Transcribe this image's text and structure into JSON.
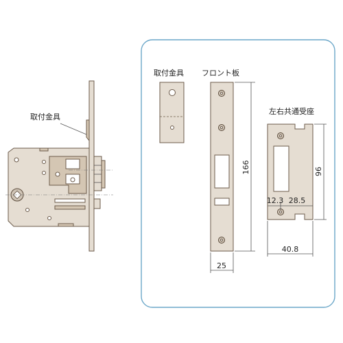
{
  "labels": {
    "mount_bracket_left": "取付金具",
    "mount_bracket": "取付金具",
    "front_plate": "フロント板",
    "strike_plate": "左右共通受座"
  },
  "dimensions": {
    "front_height": "166",
    "front_width": "25",
    "strike_height": "96",
    "strike_width": "40.8",
    "strike_left_offset": "12.3",
    "strike_right_offset": "28.5"
  },
  "colors": {
    "metal": "#e5ddd2",
    "outline": "#6b5a4a",
    "panel_border": "#6aa6c8"
  }
}
